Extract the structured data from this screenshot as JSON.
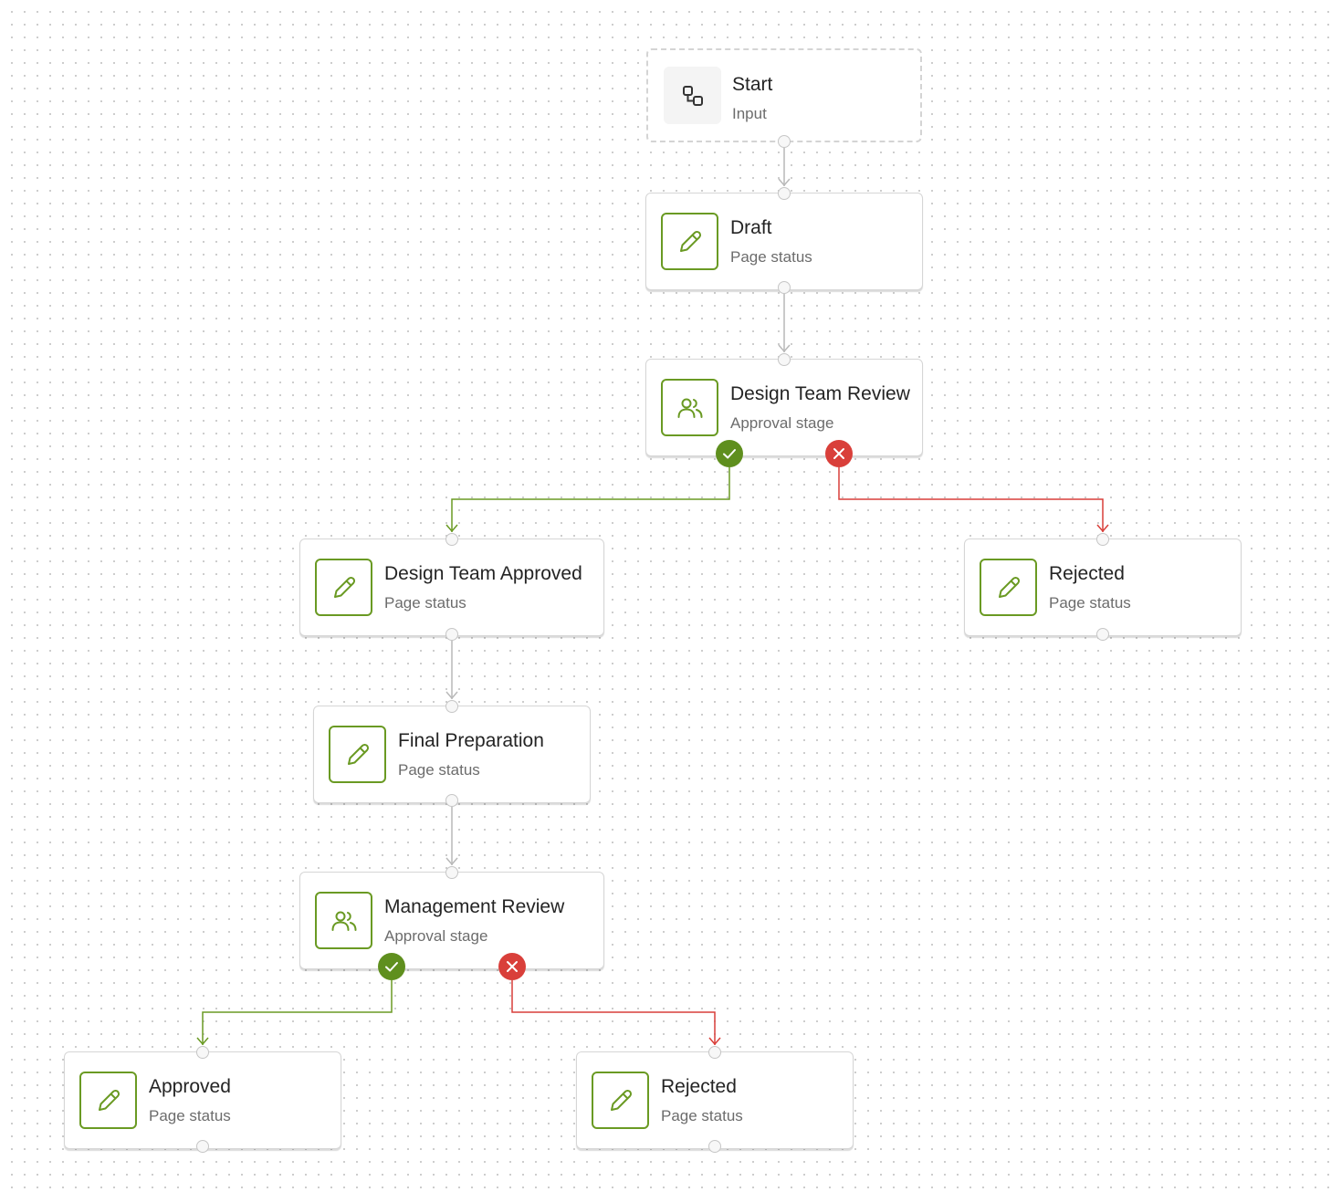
{
  "colors": {
    "accent": "#6a9a23",
    "approve_line": "#6a9a23",
    "reject_line": "#d93f3a",
    "neutral_line": "#b9b9b9"
  },
  "nodes": {
    "start": {
      "title": "Start",
      "subtitle": "Input",
      "icon": "flow-nodes-icon"
    },
    "draft": {
      "title": "Draft",
      "subtitle": "Page status",
      "icon": "pencil-icon"
    },
    "design_review": {
      "title": "Design Team Review",
      "subtitle": "Approval stage",
      "icon": "people-icon"
    },
    "design_approved": {
      "title": "Design Team Approved",
      "subtitle": "Page status",
      "icon": "pencil-icon"
    },
    "rejected_1": {
      "title": "Rejected",
      "subtitle": "Page status",
      "icon": "pencil-icon"
    },
    "final_prep": {
      "title": "Final Preparation",
      "subtitle": "Page status",
      "icon": "pencil-icon"
    },
    "mgmt_review": {
      "title": "Management Review",
      "subtitle": "Approval stage",
      "icon": "people-icon"
    },
    "approved": {
      "title": "Approved",
      "subtitle": "Page status",
      "icon": "pencil-icon"
    },
    "rejected_2": {
      "title": "Rejected",
      "subtitle": "Page status",
      "icon": "pencil-icon"
    }
  },
  "edges": [
    {
      "from": "start",
      "to": "draft",
      "kind": "neutral"
    },
    {
      "from": "draft",
      "to": "design_review",
      "kind": "neutral"
    },
    {
      "from": "design_review",
      "to": "design_approved",
      "kind": "approve"
    },
    {
      "from": "design_review",
      "to": "rejected_1",
      "kind": "reject"
    },
    {
      "from": "design_approved",
      "to": "final_prep",
      "kind": "neutral"
    },
    {
      "from": "final_prep",
      "to": "mgmt_review",
      "kind": "neutral"
    },
    {
      "from": "mgmt_review",
      "to": "approved",
      "kind": "approve"
    },
    {
      "from": "mgmt_review",
      "to": "rejected_2",
      "kind": "reject"
    }
  ]
}
